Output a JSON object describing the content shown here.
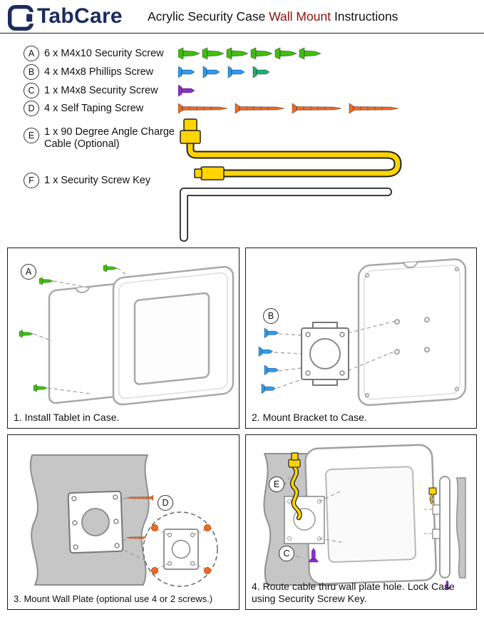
{
  "header": {
    "brand": "TabCare",
    "title": {
      "pre": "Acrylic Security Case ",
      "highlight": "Wall Mount",
      "post": " Instructions"
    }
  },
  "parts": [
    {
      "letter": "A",
      "label": "6 x M4x10 Security Screw",
      "count": 6,
      "icon": "green-security-screw-icon"
    },
    {
      "letter": "B",
      "label": "4 x M4x8 Phillips Screw",
      "count": 4,
      "icon": "blue-phillips-screw-icon"
    },
    {
      "letter": "C",
      "label": "1 x M4x8 Security Screw",
      "count": 1,
      "icon": "purple-security-screw-icon"
    },
    {
      "letter": "D",
      "label": "4 x Self Taping Screw",
      "count": 4,
      "icon": "orange-self-tapping-screw-icon"
    },
    {
      "letter": "E",
      "label": "1 x 90 Degree Angle Charge Cable (Optional)",
      "count": 1,
      "icon": "yellow-charge-cable-icon"
    },
    {
      "letter": "F",
      "label": "1 x Security Screw Key",
      "count": 1,
      "icon": "allen-key-icon"
    }
  ],
  "panels": [
    {
      "letter": "A",
      "caption": "1. Install Tablet in Case."
    },
    {
      "letter": "B",
      "caption": "2. Mount Bracket to Case."
    },
    {
      "letter": "D",
      "caption": "3. Mount Wall Plate (optional use 4 or 2 screws.)"
    },
    {
      "letters": [
        "E",
        "C"
      ],
      "caption": "4. Route cable thru wall plate hole. Lock Case using Security Screw Key."
    }
  ],
  "colors": {
    "brand_navy": "#1c2b5e",
    "title_red": "#8b0f0a",
    "security_screw_green": "#3fbf0f",
    "phillips_screw_blue": "#2b9cf2",
    "phillips_screw_alt_green": "#19b273",
    "security_screw_purple": "#8b2fc9",
    "self_taping_orange": "#f26a21",
    "cable_yellow": "#ffd400",
    "wall_gray": "#c6c6c6"
  }
}
